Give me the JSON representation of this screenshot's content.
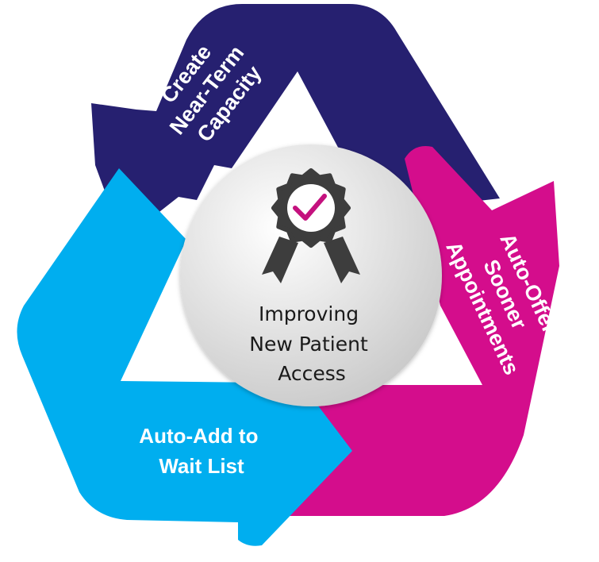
{
  "diagram": {
    "colors": {
      "navy": "#262070",
      "magenta": "#d40d8c",
      "cyan": "#00aeef",
      "badge": "#3d3d3d",
      "check": "#c4117e",
      "circle_light": "#ffffff",
      "circle_dark": "#c8c8c8"
    },
    "segments": [
      {
        "id": "capacity",
        "color": "navy",
        "lines": [
          "Create",
          "Near-Term",
          "Capacity"
        ]
      },
      {
        "id": "offer",
        "color": "magenta",
        "lines": [
          "Auto-Offer",
          "Sooner",
          "Appointments"
        ]
      },
      {
        "id": "waitlist",
        "color": "cyan",
        "lines": [
          "Auto-Add to",
          "Wait List"
        ]
      }
    ],
    "center": {
      "icon": "award-ribbon-icon",
      "lines": [
        "Improving",
        "New Patient",
        "Access"
      ]
    }
  }
}
